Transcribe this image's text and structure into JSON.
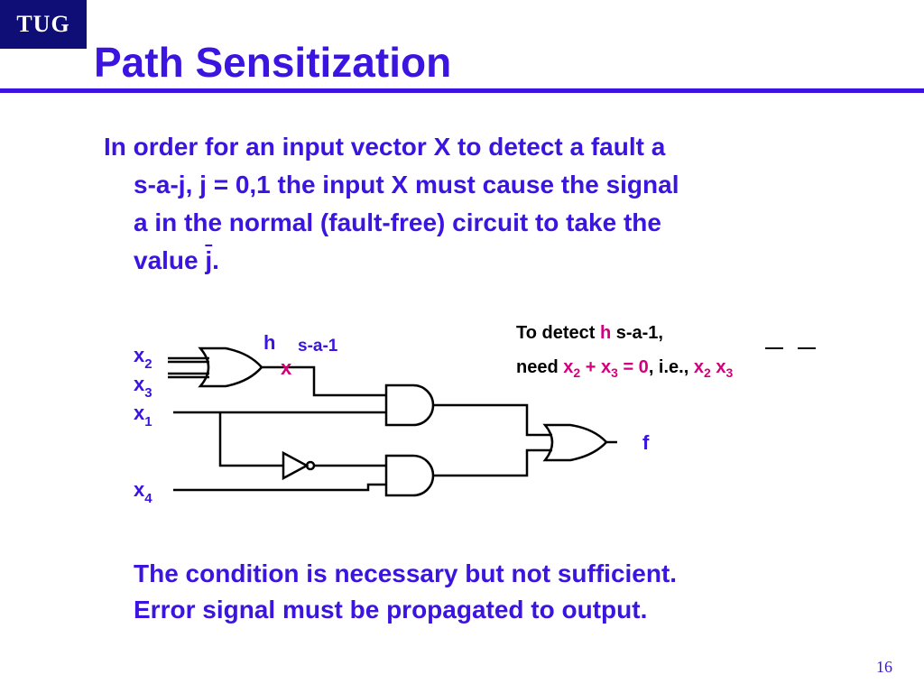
{
  "logo": "TUG",
  "title": "Path Sensitization",
  "paragraph": {
    "l1": "In order for an input vector X to detect a fault a",
    "l2": "s-a-j, j = 0,1 the input X must cause the signal",
    "l3": "a in the normal (fault-free) circuit to take the",
    "l4_text": "value ",
    "l4_jbar": "j",
    "l4_end": "."
  },
  "diagram": {
    "inputs": {
      "x2_base": "x",
      "x2_sub": "2",
      "x3_base": "x",
      "x3_sub": "3",
      "x1_base": "x",
      "x1_sub": "1",
      "x4_base": "x",
      "x4_sub": "4"
    },
    "node_h": "h",
    "fault_label": "s-a-1",
    "fault_mark": "x",
    "output": "f"
  },
  "note": {
    "l1_text": "To detect ",
    "l1_h": "h",
    "l1_end": " s-a-1,",
    "l2_need": "need ",
    "x": "x",
    "sub2": "2",
    "sub3": "3",
    "plus": " + ",
    "eq0": " = 0",
    "ie": ", i.e., "
  },
  "conclusion": {
    "l1": "The condition is necessary but not sufficient.",
    "l2": "Error signal must be propagated to output."
  },
  "page_number": "16",
  "colors": {
    "accent": "#3c14e0",
    "fault": "#d4007a",
    "logo_bg": "#0e0e76",
    "wire": "#000000"
  }
}
